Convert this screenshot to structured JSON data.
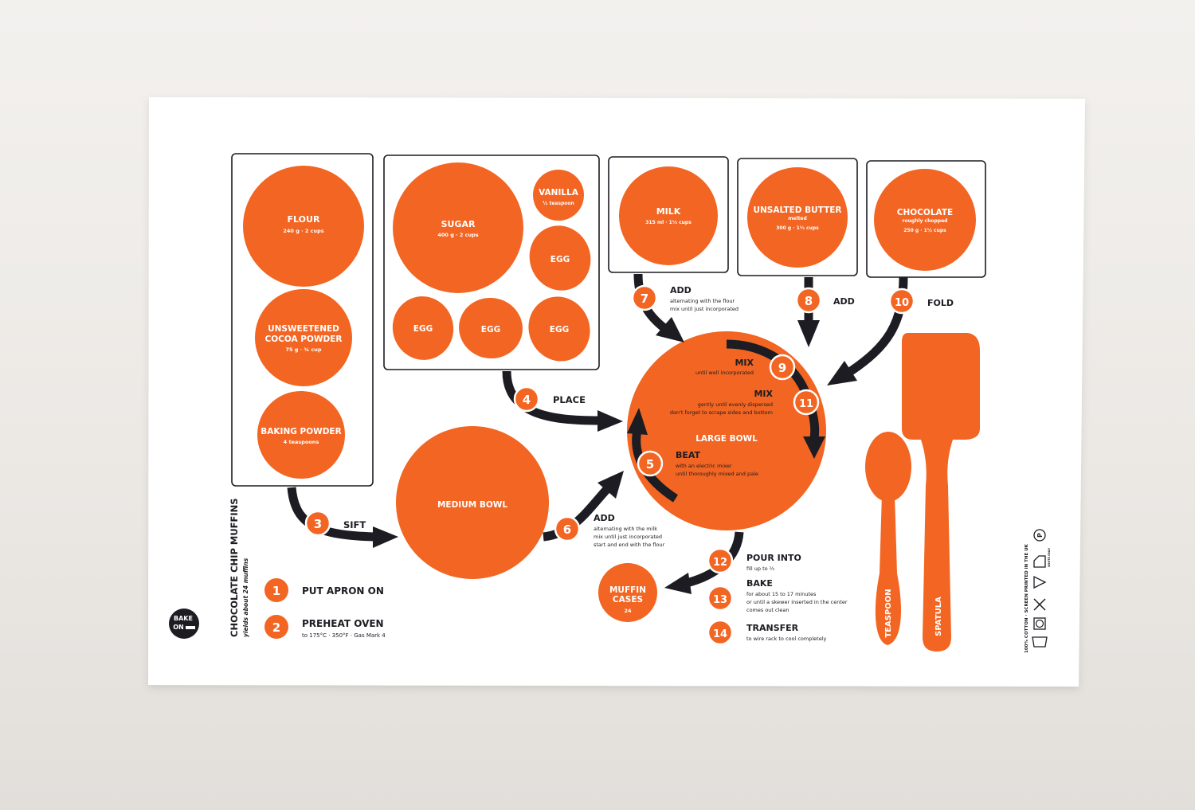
{
  "colors": {
    "accent": "#f26522",
    "ink": "#1c1c22",
    "cloth": "#ffffff"
  },
  "title": "CHOCOLATE CHIP MUFFINS",
  "subtitle": "yields about 24 muffins",
  "brand": {
    "line1": "BAKE",
    "line2": "ON"
  },
  "ingredients": {
    "flour": {
      "name": "FLOUR",
      "amount": "240 g · 2 cups"
    },
    "cocoa": {
      "name1": "UNSWEETENED",
      "name2": "COCOA POWDER",
      "amount": "75 g · ¾ cup"
    },
    "baking_powder": {
      "name": "BAKING POWDER",
      "amount": "4 teaspoons"
    },
    "sugar": {
      "name": "SUGAR",
      "amount": "400 g · 2 cups"
    },
    "vanilla": {
      "name": "VANILLA",
      "amount": "½ teaspoon"
    },
    "egg": "EGG",
    "milk": {
      "name": "MILK",
      "amount": "315 ml · 1⅓ cups"
    },
    "butter": {
      "name": "UNSALTED BUTTER",
      "note": "melted",
      "amount": "300 g · 1⅓ cups"
    },
    "chocolate": {
      "name": "CHOCOLATE",
      "note": "roughly chopped",
      "amount": "250 g · 1½ cups"
    }
  },
  "bowls": {
    "medium": "MEDIUM BOWL",
    "large": "LARGE BOWL",
    "muffin_cases": {
      "line1": "MUFFIN",
      "line2": "CASES",
      "count": "24"
    }
  },
  "steps": {
    "s1": {
      "num": "1",
      "label": "PUT APRON ON"
    },
    "s2": {
      "num": "2",
      "label": "PREHEAT OVEN",
      "detail": "to 175°C · 350°F · Gas Mark 4"
    },
    "s3": {
      "num": "3",
      "label": "SIFT"
    },
    "s4": {
      "num": "4",
      "label": "PLACE"
    },
    "s5": {
      "num": "5",
      "label": "BEAT",
      "detail1": "with an electric mixer",
      "detail2": "until thoroughly mixed and pale"
    },
    "s6": {
      "num": "6",
      "label": "ADD",
      "detail1": "alternating with the milk",
      "detail2": "mix until just incorporated",
      "detail3": "start and end with the flour"
    },
    "s7": {
      "num": "7",
      "label": "ADD",
      "detail1": "alternating with the flour",
      "detail2": "mix until just incorporated"
    },
    "s8": {
      "num": "8",
      "label": "ADD"
    },
    "s9": {
      "num": "9",
      "label": "MIX",
      "detail": "until well incorporated"
    },
    "s10": {
      "num": "10",
      "label": "FOLD"
    },
    "s11": {
      "num": "11",
      "label": "MIX",
      "detail1": "gently until evenly dispersed",
      "detail2": "don't forget to scrape sides and bottom"
    },
    "s12": {
      "num": "12",
      "label": "POUR INTO",
      "detail": "fill up to ⅔"
    },
    "s13": {
      "num": "13",
      "label": "BAKE",
      "detail1": "for about 15 to 17 minutes",
      "detail2": "or until a skewer inserted in the center",
      "detail3": "comes out clean"
    },
    "s14": {
      "num": "14",
      "label": "TRANSFER",
      "detail": "to wire rack to cool completely"
    }
  },
  "tools": {
    "teaspoon": "TEASPOON",
    "spatula": "SPATULA"
  },
  "care": {
    "label": "100% COTTON · SCREEN PRINTED IN THE UK",
    "note": "WHITE ONLY",
    "dry_clean": "P"
  }
}
